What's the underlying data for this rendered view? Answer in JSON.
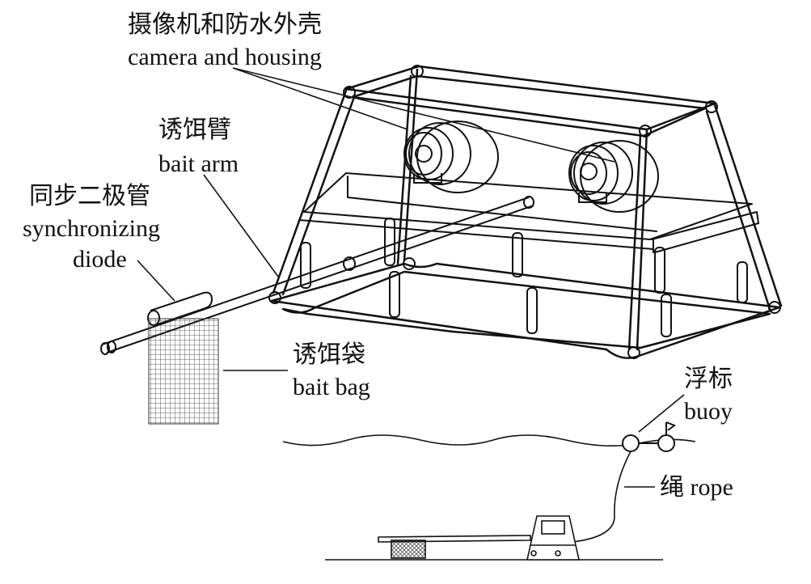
{
  "labels": {
    "camera_cn": "摄像机和防水外壳",
    "camera_en": "camera and housing",
    "bait_arm_cn": "诱饵臂",
    "bait_arm_en": "bait arm",
    "diode_cn": "同步二极管",
    "diode_en_1": "synchronizing",
    "diode_en_2": "diode",
    "bait_bag_cn": "诱饵袋",
    "bait_bag_en": "bait bag",
    "buoy_cn": "浮标",
    "buoy_en": "buoy",
    "rope": "绳 rope"
  }
}
